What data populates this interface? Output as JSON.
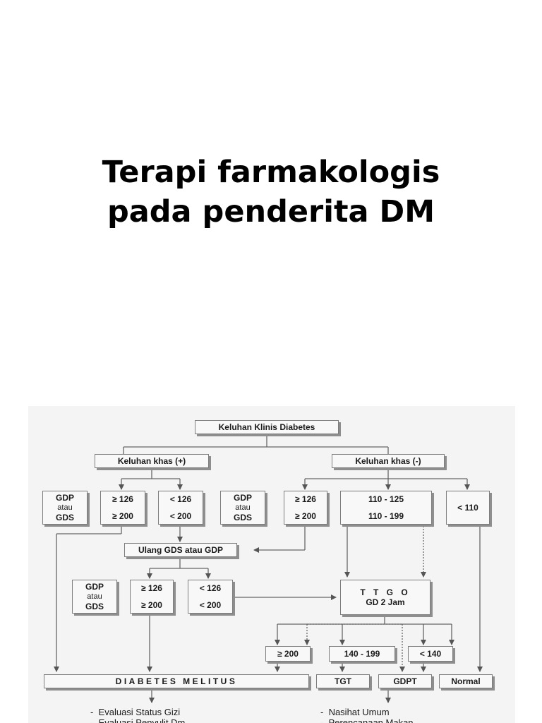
{
  "slide": {
    "title_line1": "Terapi farmakologis",
    "title_line2": "pada penderita DM"
  },
  "flowchart": {
    "root": "Keluhan Klinis Diabetes",
    "branch_pos": "Keluhan khas (+)",
    "branch_neg": "Keluhan khas (-)",
    "gdp_label": "GDP",
    "atau_label": "atau",
    "gds_label": "GDS",
    "ge126": "≥ 126",
    "ge200": "≥ 200",
    "lt126": "< 126",
    "lt200": "< 200",
    "r110_125": "110 - 125",
    "r110_199": "110 - 199",
    "lt110": "< 110",
    "ulang": "Ulang GDS atau GDP",
    "ttgo_line1": "T T G O",
    "ttgo_line2": "GD 2 Jam",
    "r140_199": "140 - 199",
    "lt140": "< 140",
    "diabetes_melitus": "DIABETES MELITUS",
    "tgt": "TGT",
    "gdpt": "GDPT",
    "normal": "Normal",
    "left_list": [
      "Evaluasi Status Gizi",
      "Evaluasi Penyulit Dm"
    ],
    "right_list": [
      "Nasihat Umum",
      "Perencanaan Makan"
    ]
  }
}
